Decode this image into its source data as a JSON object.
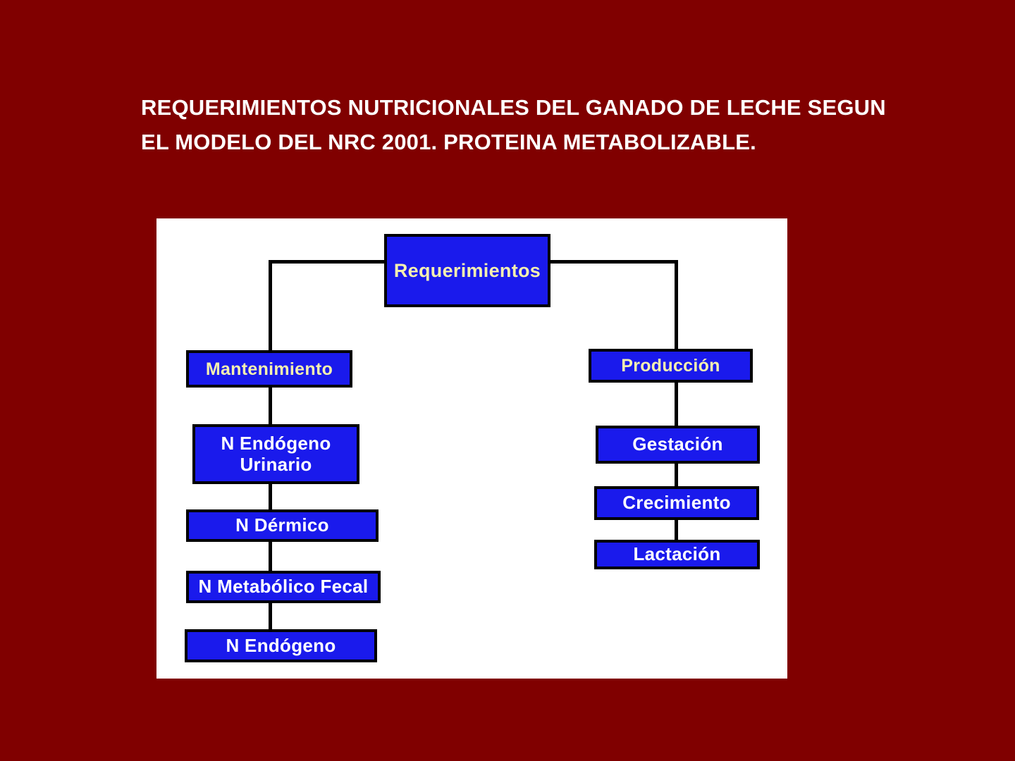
{
  "slide": {
    "background_color": "#800000",
    "title": "REQUERIMIENTOS NUTRICIONALES DEL GANADO DE LECHE SEGUN\nEL MODELO DEL NRC 2001. PROTEINA METABOLIZABLE.",
    "title_color": "#ffffff"
  },
  "diagram": {
    "panel_color": "#ffffff",
    "box_fill": "#1a1aec",
    "box_border": "#000000",
    "connector_color": "#000000",
    "nodes": {
      "root": {
        "label": "Requerimientos",
        "text_color": "#f5f0b0"
      },
      "maintenance": {
        "label": "Mantenimiento",
        "text_color": "#f5f0b0"
      },
      "urinary_endogenous_n": {
        "label": "N Endógeno\nUrinario",
        "text_color": "#ffffff"
      },
      "dermal_n": {
        "label": "N Dérmico",
        "text_color": "#ffffff"
      },
      "fecal_metabolic_n": {
        "label": "N Metabólico Fecal",
        "text_color": "#ffffff"
      },
      "endogenous_n": {
        "label": "N Endógeno",
        "text_color": "#ffffff"
      },
      "production": {
        "label": "Producción",
        "text_color": "#f5f0b0"
      },
      "gestation": {
        "label": "Gestación",
        "text_color": "#ffffff"
      },
      "growth": {
        "label": "Crecimiento",
        "text_color": "#ffffff"
      },
      "lactation": {
        "label": "Lactación",
        "text_color": "#ffffff"
      }
    }
  }
}
